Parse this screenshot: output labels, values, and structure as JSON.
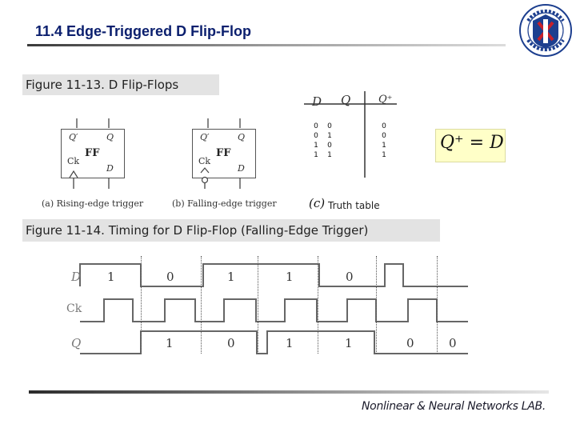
{
  "header": {
    "title": "11.4 Edge-Triggered D Flip-Flop"
  },
  "figure_13": {
    "caption": "Figure 11-13. D Flip-Flops",
    "rising": {
      "q_prime": "Q′",
      "q": "Q",
      "ff": "FF",
      "ck": "Ck",
      "d": "D",
      "caption": "(a) Rising-edge trigger"
    },
    "falling": {
      "q_prime": "Q′",
      "q": "Q",
      "ff": "FF",
      "ck": "Ck",
      "d": "D",
      "caption": "(b) Falling-edge trigger"
    },
    "truth_table": {
      "headers": {
        "d": "D",
        "q": "Q",
        "q_plus": "Q⁺"
      },
      "rows": [
        {
          "d": "0",
          "q": "0",
          "q_plus": "0"
        },
        {
          "d": "0",
          "q": "1",
          "q_plus": "0"
        },
        {
          "d": "1",
          "q": "0",
          "q_plus": "1"
        },
        {
          "d": "1",
          "q": "1",
          "q_plus": "1"
        }
      ],
      "caption_letter": "(c)",
      "caption": "Truth table"
    },
    "equation": "Q⁺ = D"
  },
  "figure_14": {
    "caption": "Figure 11-14. Timing for D Flip-Flop (Falling-Edge Trigger)",
    "signals": {
      "d": "D",
      "ck": "Ck",
      "q": "Q"
    },
    "d_labels": [
      "1",
      "0",
      "1",
      "1",
      "0"
    ],
    "q_labels": [
      "1",
      "0",
      "1",
      "1",
      "0",
      "0"
    ]
  },
  "footer": {
    "lab": "Nonlinear & Neural Networks LAB."
  },
  "colors": {
    "title": "#0b1f6e",
    "caption_bg": "#e3e3e3",
    "equation_bg": "#ffffc8",
    "logo_blue": "#1d3f8f",
    "logo_red": "#c8202a"
  }
}
